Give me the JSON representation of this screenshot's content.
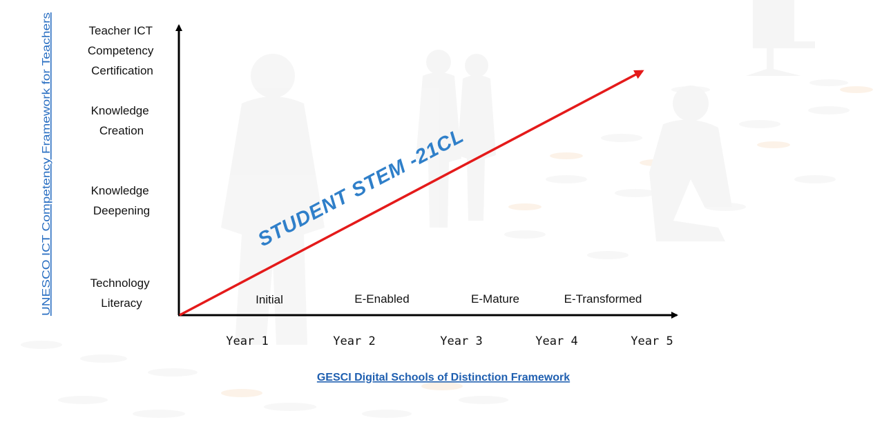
{
  "vertical_link": "UNESCO ICT Competency Framework for Teachers",
  "bottom_link": "GESCI Digital  Schools of Distinction Framework",
  "y_axis_levels": [
    [
      "Teacher  ICT",
      "Competency",
      "Certification"
    ],
    [
      "Knowledge",
      "Creation"
    ],
    [
      "Knowledge",
      "Deepening"
    ],
    [
      "Technology",
      "Literacy"
    ]
  ],
  "stages": [
    "Initial",
    "E-Enabled",
    "E-Mature",
    "E-Transformed"
  ],
  "years": [
    "Year  1",
    "Year  2",
    "Year  3",
    "Year  4",
    "Year  5"
  ],
  "trend_label": "STUDENT  STEM  -21CL",
  "colors": {
    "trend_line": "#e41a1a",
    "trend_label": "#2f7fc9",
    "link": "#2a6fc2",
    "axis": "#000000"
  },
  "icons": [
    "silhouette-people-background-icon",
    "arrow-icon"
  ]
}
